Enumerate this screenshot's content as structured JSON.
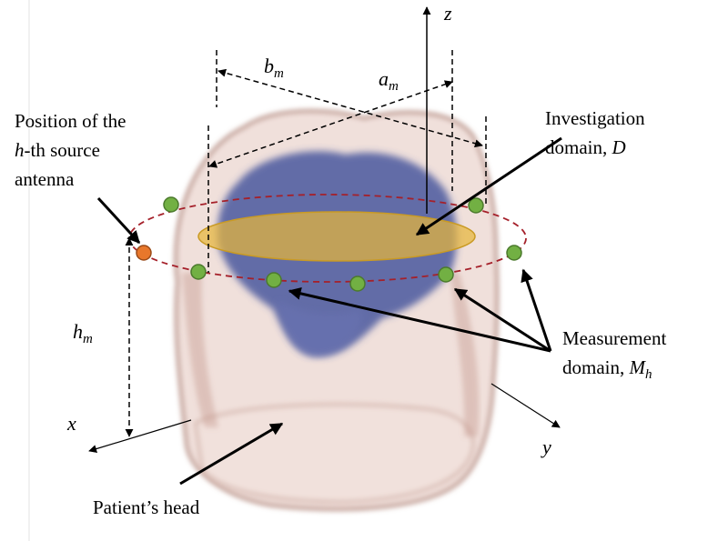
{
  "labels": {
    "source_line1": "Position of the",
    "source_h": "h",
    "source_line2_rest": "-th source",
    "source_line3": "antenna",
    "investigation_line1": "Investigation",
    "investigation_line2": "domain, ",
    "investigation_symbol": "D",
    "measurement_line1": "Measurement",
    "measurement_line2": "domain, ",
    "measurement_symbol": "M",
    "measurement_sub": "h",
    "patient": "Patient’s head"
  },
  "axes": {
    "x": "x",
    "y": "y",
    "z": "z"
  },
  "dimensions": {
    "a": "a",
    "a_sub": "m",
    "b": "b",
    "b_sub": "m",
    "h": "h",
    "h_sub": "m"
  },
  "colors": {
    "head_outline": "#a9786a",
    "head_fill": "#e8cfc8",
    "brain": "#3f4f9a",
    "investigation_fill": "#e6b63c",
    "measurement_ring": "#a5202a",
    "measurement_antenna": "#72b043",
    "source_antenna": "#e8772b"
  }
}
